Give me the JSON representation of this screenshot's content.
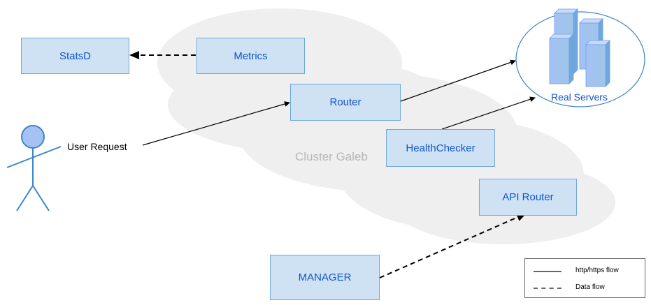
{
  "cluster": {
    "label": "Cluster Galeb"
  },
  "nodes": {
    "statsd": "StatsD",
    "metrics": "Metrics",
    "router": "Router",
    "healthchecker": "HealthChecker",
    "api_router": "API Router",
    "manager": "MANAGER"
  },
  "user": {
    "label": "User Request"
  },
  "servers": {
    "label": "Real Servers"
  },
  "legend": {
    "http_flow": "http/https flow",
    "data_flow": "Data flow"
  },
  "colors": {
    "box_fill": "#cfe2f3",
    "box_border": "#6fa8dc",
    "box_text": "#1155cc",
    "cloud": "#efefef",
    "cluster_text": "#b7b7b7"
  }
}
